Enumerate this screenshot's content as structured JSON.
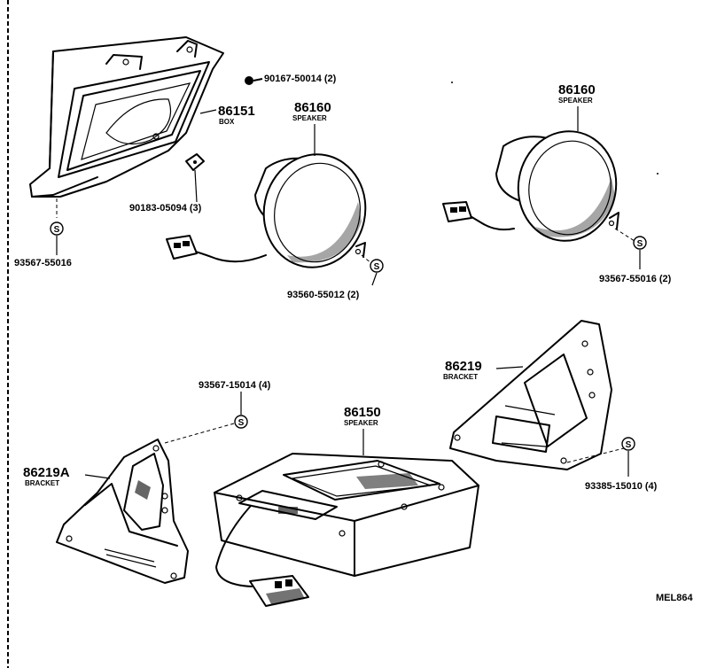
{
  "callouts": {
    "box_pn": "86151",
    "box_desc": "BOX",
    "screw": "90167-50014 (2)",
    "clip": "90183-05094 (3)",
    "nut_left": "93567-55016",
    "spk_center_pn": "86160",
    "spk_center_desc": "SPEAKER",
    "screw_center": "93560-55012 (2)",
    "spk_right_pn": "86160",
    "spk_right_desc": "SPEAKER",
    "screw_right": "93567-55016 (2)",
    "bracket_right_pn": "86219",
    "bracket_right_desc": "BRACKET",
    "screw_bracket_left": "93567-15014 (4)",
    "spk_bottom_pn": "86150",
    "spk_bottom_desc": "SPEAKER",
    "bracket_left_pn": "86219A",
    "bracket_left_desc": "BRACKET",
    "screw_bracket_right": "93385-15010 (4)",
    "diagram_code": "MEL864"
  },
  "symbols": {
    "s_mark": "S"
  }
}
